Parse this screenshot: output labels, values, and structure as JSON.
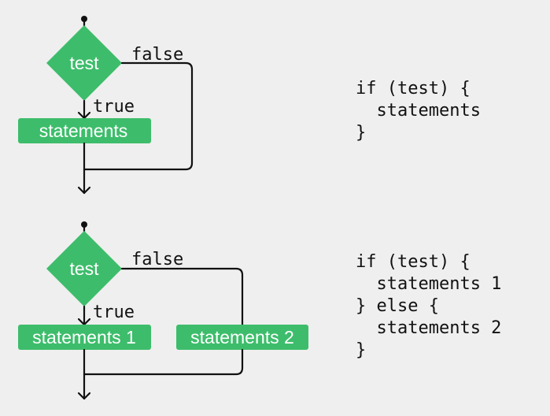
{
  "colors": {
    "node": "#3dbd6b",
    "line": "#111111",
    "background": "#efefef",
    "node_text": "#ffffff"
  },
  "diagram_if": {
    "test_label": "test",
    "false_label": "false",
    "true_label": "true",
    "statement_label": "statements"
  },
  "diagram_if_else": {
    "test_label": "test",
    "false_label": "false",
    "true_label": "true",
    "statement1_label": "statements 1",
    "statement2_label": "statements 2"
  },
  "code_if": {
    "line1": "if (test) {",
    "line2": "  statements",
    "line3": "}"
  },
  "code_if_else": {
    "line1": "if (test) {",
    "line2": "  statements 1",
    "line3": "} else {",
    "line4": "  statements 2",
    "line5": "}"
  }
}
